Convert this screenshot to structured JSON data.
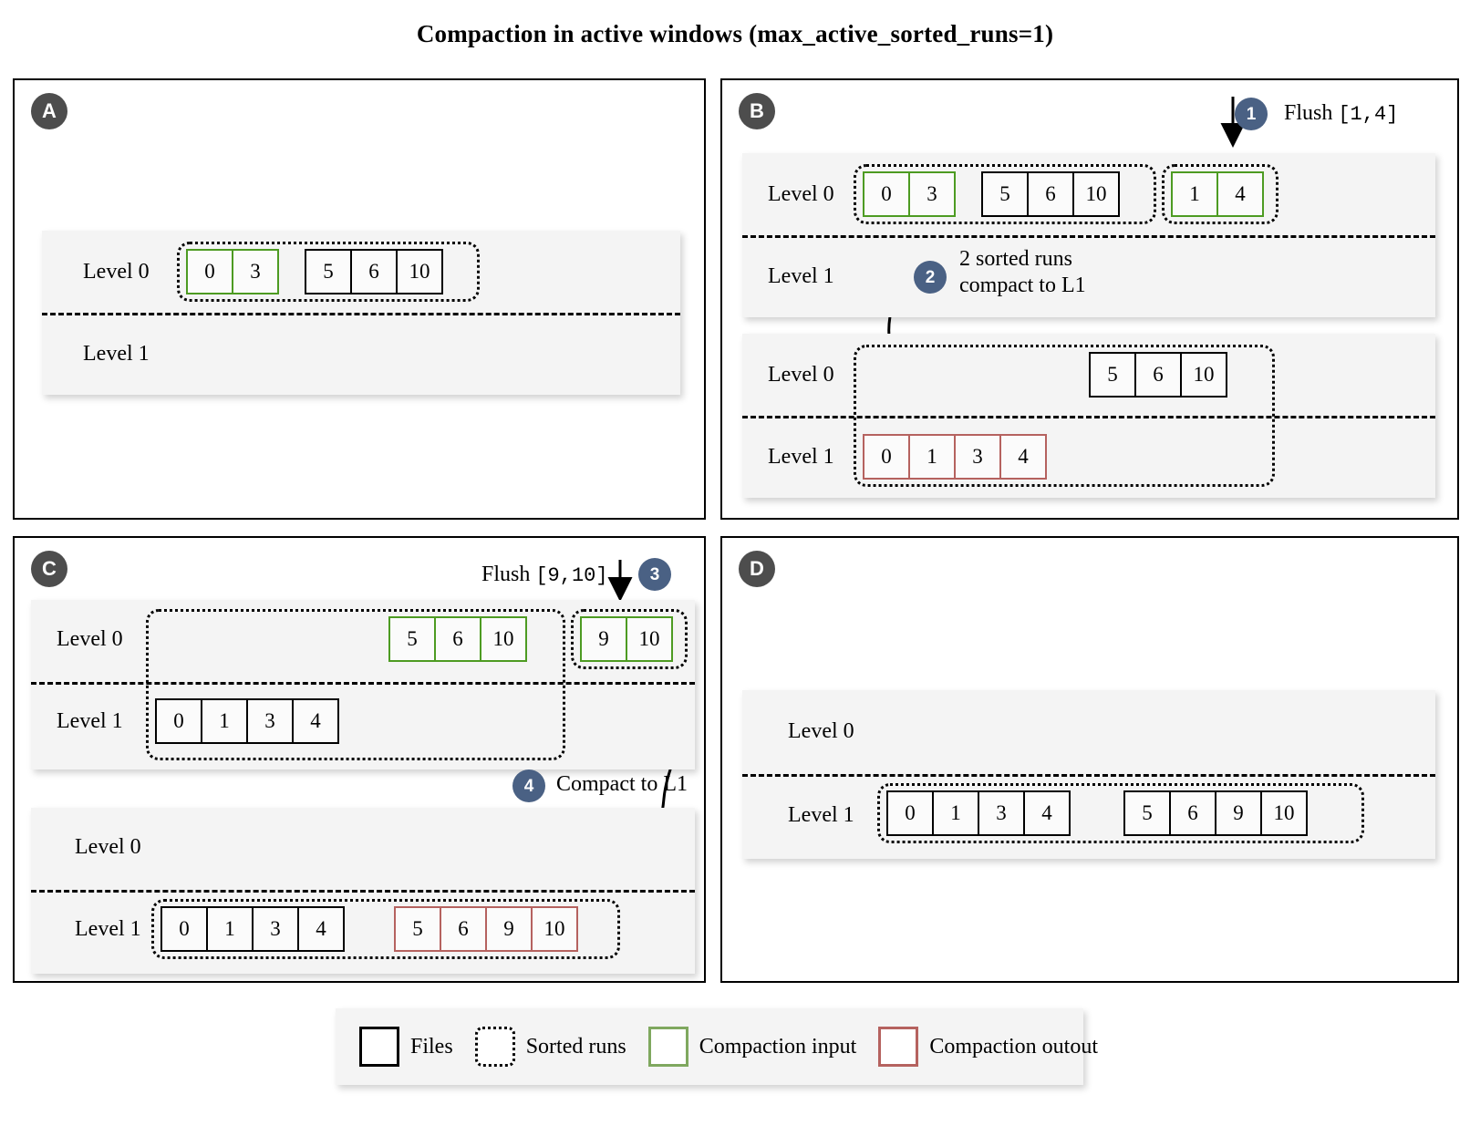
{
  "title": "Compaction in active windows (max_active_sorted_runs=1)",
  "levels": {
    "l0": "Level 0",
    "l1": "Level 1"
  },
  "panels": {
    "a": {
      "badge": "A",
      "groups": {
        "input_0_3": [
          "0",
          "3"
        ],
        "files_5_6_10": [
          "5",
          "6",
          "10"
        ]
      }
    },
    "b": {
      "badge": "B",
      "step1": "1",
      "flush_label": "Flush",
      "flush_range": "[1,4]",
      "step2": "2",
      "note_line1": "2 sorted runs",
      "note_line2": "compact to L1",
      "top": {
        "input_0_3": [
          "0",
          "3"
        ],
        "files_5_6_10": [
          "5",
          "6",
          "10"
        ],
        "flushed_1_4": [
          "1",
          "4"
        ]
      },
      "bottom": {
        "files_5_6_10": [
          "5",
          "6",
          "10"
        ],
        "output_0_1_3_4": [
          "0",
          "1",
          "3",
          "4"
        ]
      }
    },
    "c": {
      "badge": "C",
      "step3": "3",
      "flush_label": "Flush",
      "flush_range": "[9,10]",
      "step4": "4",
      "note": "Compact to L1",
      "top": {
        "input_5_6_10": [
          "5",
          "6",
          "10"
        ],
        "flushed_9_10": [
          "9",
          "10"
        ],
        "files_0_1_3_4": [
          "0",
          "1",
          "3",
          "4"
        ]
      },
      "bottom": {
        "files_0_1_3_4": [
          "0",
          "1",
          "3",
          "4"
        ],
        "output_5_6_9_10": [
          "5",
          "6",
          "9",
          "10"
        ]
      }
    },
    "d": {
      "badge": "D",
      "l1": {
        "files_0_1_3_4": [
          "0",
          "1",
          "3",
          "4"
        ],
        "files_5_6_9_10": [
          "5",
          "6",
          "9",
          "10"
        ]
      }
    }
  },
  "legend": {
    "items": [
      {
        "label": "Files",
        "style": "solid-black",
        "color": "#000000"
      },
      {
        "label": "Sorted runs",
        "style": "dotted-black",
        "color": "#000000"
      },
      {
        "label": "Compaction input",
        "style": "solid-green",
        "color": "#7fa85f"
      },
      {
        "label": "Compaction outout",
        "style": "solid-red",
        "color": "#b5625f"
      }
    ]
  },
  "colors": {
    "green": "#4d9b22",
    "green_legend": "#7fa85f",
    "red": "#b5625f",
    "badge_blue": "#4a6184",
    "badge_gray": "#4d4d4d",
    "band_bg": "#f4f4f4"
  }
}
